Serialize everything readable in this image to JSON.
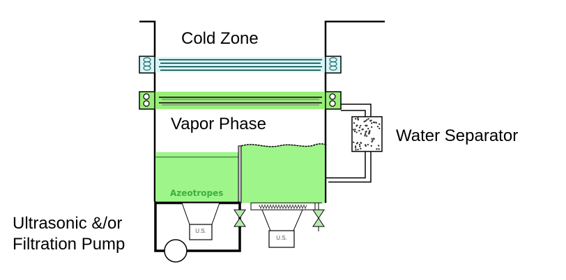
{
  "labels": {
    "cold_zone": "Cold Zone",
    "vapor_phase": "Vapor Phase",
    "water_separator": "Water Separator",
    "pump_line1": "Ultrasonic &/or",
    "pump_line2": "Filtration Pump",
    "azeotropes": "Azeotropes",
    "us_left": "U.S.",
    "us_right": "U.S."
  },
  "colors": {
    "cold_coil": "#d6f7f9",
    "cold_coil_tube": "#2f6b6b",
    "vapor_coil": "#99ee77",
    "liquid": "#9ef58a",
    "azeotropes_text": "#3fae3f",
    "outline": "#000000"
  }
}
